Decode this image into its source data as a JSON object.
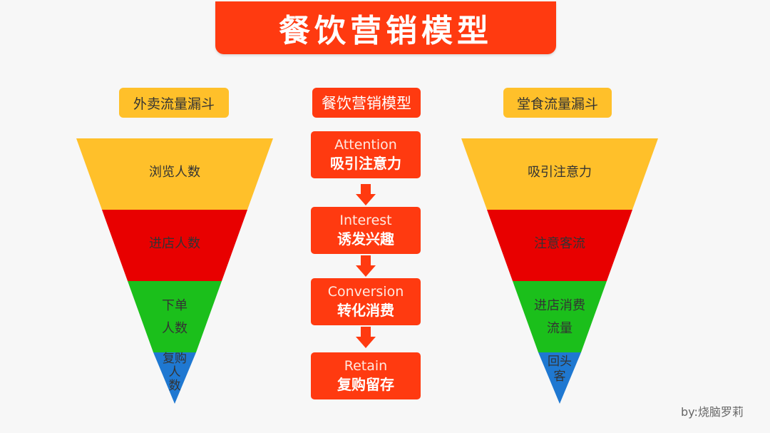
{
  "title": "餐饮营销模型",
  "left_funnel": {
    "label": "外卖流量漏斗",
    "levels": [
      "浏览人数",
      "进店人数",
      "下单",
      "人数",
      "复购",
      "人",
      "数"
    ]
  },
  "center": {
    "label": "餐饮营销模型",
    "stages": [
      {
        "en": "Attention",
        "zh": "吸引注意力"
      },
      {
        "en": "Interest",
        "zh": "诱发兴趣"
      },
      {
        "en": "Conversion",
        "zh": "转化消费"
      },
      {
        "en": "Retain",
        "zh": "复购留存"
      }
    ]
  },
  "right_funnel": {
    "label": "堂食流量漏斗",
    "levels": [
      "吸引注意力",
      "注意客流",
      "进店消费",
      "流量",
      "回头",
      "客"
    ]
  },
  "credit": "by:烧脑罗莉",
  "colors": {
    "yellow": "#ffc02a",
    "red": "#e80000",
    "green": "#1bbf1b",
    "blue": "#1f78d1",
    "accent": "#ff3a10"
  }
}
